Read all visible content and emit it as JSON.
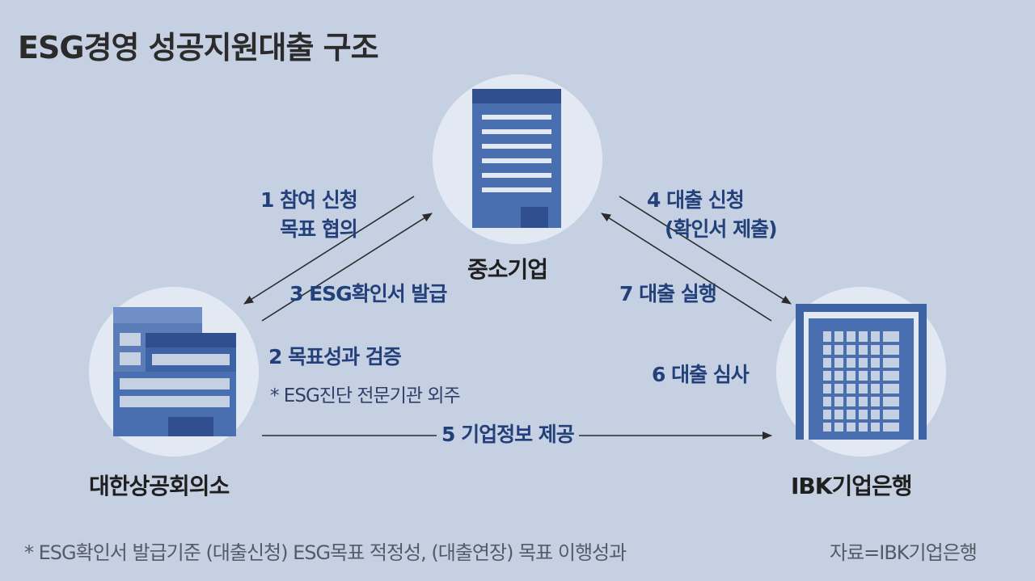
{
  "title": "ESG경영 성공지원대출 구조",
  "nodes": {
    "sme": "중소기업",
    "chamber": "대한상공회의소",
    "ibk": "IBK기업은행"
  },
  "edges": {
    "step1_line1": "1 참여 신청",
    "step1_line2": "목표 협의",
    "step2": "2 목표성과 검증",
    "step2_note": "* ESG진단 전문기관 외주",
    "step3": "3 ESG확인서 발급",
    "step4_line1": "4 대출 신청",
    "step4_line2": "(확인서 제출)",
    "step5": "5 기업정보 제공",
    "step6": "6 대출 심사",
    "step7": "7 대출 실행"
  },
  "footer": {
    "criteria": "* ESG확인서 발급기준 (대출신청) ESG목표 적정성, (대출연장) 목표 이행성과",
    "source": "자료=IBK기업은행"
  },
  "colors": {
    "background": "#c5d0e3",
    "circle": "#e3e9f3",
    "icon_blue": "#4a6fb0",
    "label_blue": "#24407a"
  }
}
